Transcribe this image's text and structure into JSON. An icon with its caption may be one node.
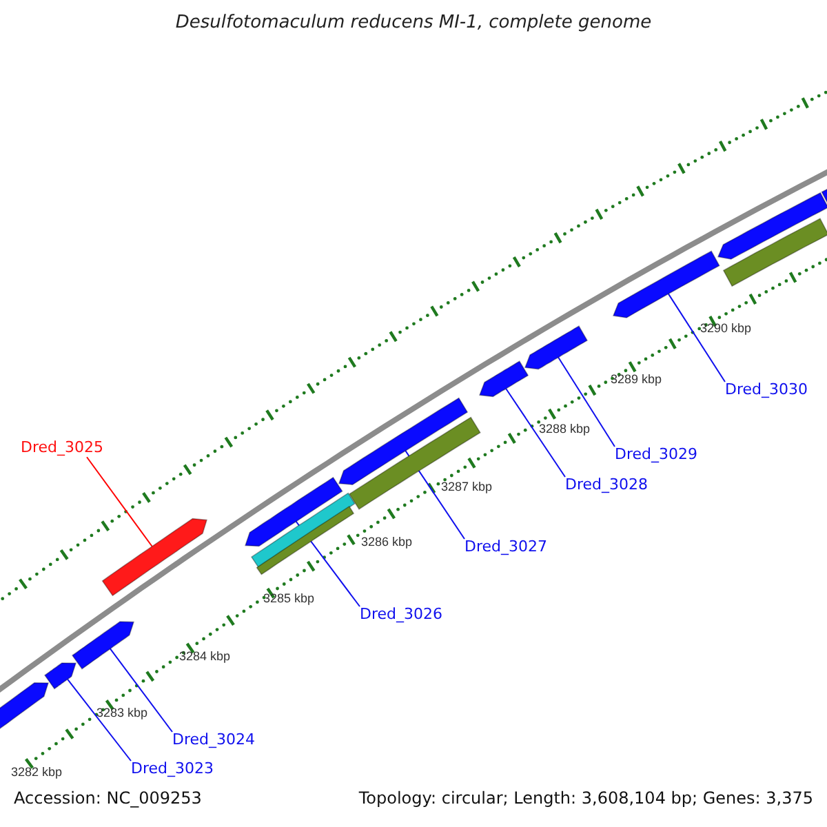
{
  "diagram": {
    "title": "Desulfotomaculum reducens MI-1, complete genome",
    "nodes": [
      {
        "text": [
          "Dred_3030"
        ]
      },
      {
        "text": [
          "Dred_3025"
        ]
      },
      {
        "text": [
          "Dred_3029"
        ]
      },
      {
        "text": [
          "Dred_3028"
        ]
      },
      {
        "text": [
          "Dred_3027"
        ]
      },
      {
        "text": [
          "Dred_3026"
        ]
      },
      {
        "text": [
          "Dred_3024"
        ]
      },
      {
        "text": [
          "Dred_3023"
        ]
      },
      {
        "text": [],
        "shape": "arrow"
      },
      {
        "text": [],
        "shape": "arrow"
      },
      {
        "text": [],
        "shape": "arrow"
      },
      {
        "text": [],
        "shape": "arrow"
      },
      {
        "text": [],
        "shape": "arrow"
      },
      {
        "text": [],
        "shape": "bar"
      },
      {
        "text": [],
        "shape": "bar"
      },
      {
        "text": [],
        "shape": "arrow"
      },
      {
        "text": [],
        "shape": "bar"
      },
      {
        "text": [],
        "shape": "arrow"
      },
      {
        "text": [],
        "shape": "arrow"
      },
      {
        "text": [],
        "shape": "arrow"
      },
      {
        "text": [],
        "shape": "arrow"
      },
      {
        "text": [],
        "shape": "bar"
      },
      {
        "text": [],
        "shape": "arrow"
      }
    ],
    "edges": [
      {
        "from": 0,
        "to": 19,
        "arrow": "none"
      },
      {
        "from": 1,
        "to": 11,
        "arrow": "none",
        "color": "#ff0000"
      },
      {
        "from": 2,
        "to": 18,
        "arrow": "none"
      },
      {
        "from": 3,
        "to": 17,
        "arrow": "none"
      },
      {
        "from": 4,
        "to": 15,
        "arrow": "none"
      },
      {
        "from": 5,
        "to": 12,
        "arrow": "none"
      },
      {
        "from": 6,
        "to": 10,
        "arrow": "none"
      },
      {
        "from": 7,
        "to": 9,
        "arrow": "none"
      }
    ],
    "labels": [
      "3290 kbp",
      "3289 kbp",
      "3288 kbp",
      "3287 kbp",
      "3286 kbp",
      "3285 kbp",
      "3284 kbp",
      "3283 kbp",
      "3282 kbp",
      "Accession: NC_009253",
      "Topology: circular; Length: 3,608,104 bp; Genes: 3,375"
    ]
  }
}
